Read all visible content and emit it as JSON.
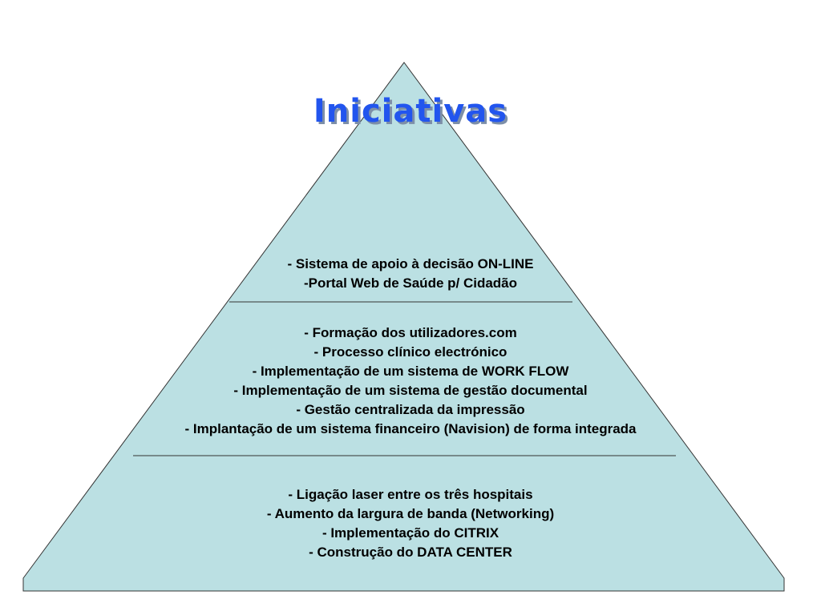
{
  "title": "Iniciativas",
  "colors": {
    "pyramid_fill": "#bbe0e3",
    "outline": "#333333",
    "title": "#2255ee",
    "title_shadow": "#7d8fa8"
  },
  "tiers": {
    "top": {
      "items": [
        "- Sistema de apoio à decisão ON-LINE",
        "-Portal Web de Saúde p/ Cidadão"
      ]
    },
    "middle": {
      "items": [
        "- Formação dos utilizadores.com",
        "- Processo clínico electrónico",
        "- Implementação de um sistema de WORK FLOW",
        "- Implementação de um sistema de gestão documental",
        "- Gestão centralizada da impressão",
        "- Implantação de um sistema financeiro (Navision) de forma integrada"
      ]
    },
    "bottom": {
      "items": [
        "- Ligação laser entre os três hospitais",
        "- Aumento da largura de banda (Networking)",
        "- Implementação do CITRIX",
        "- Construção do DATA CENTER"
      ]
    }
  }
}
